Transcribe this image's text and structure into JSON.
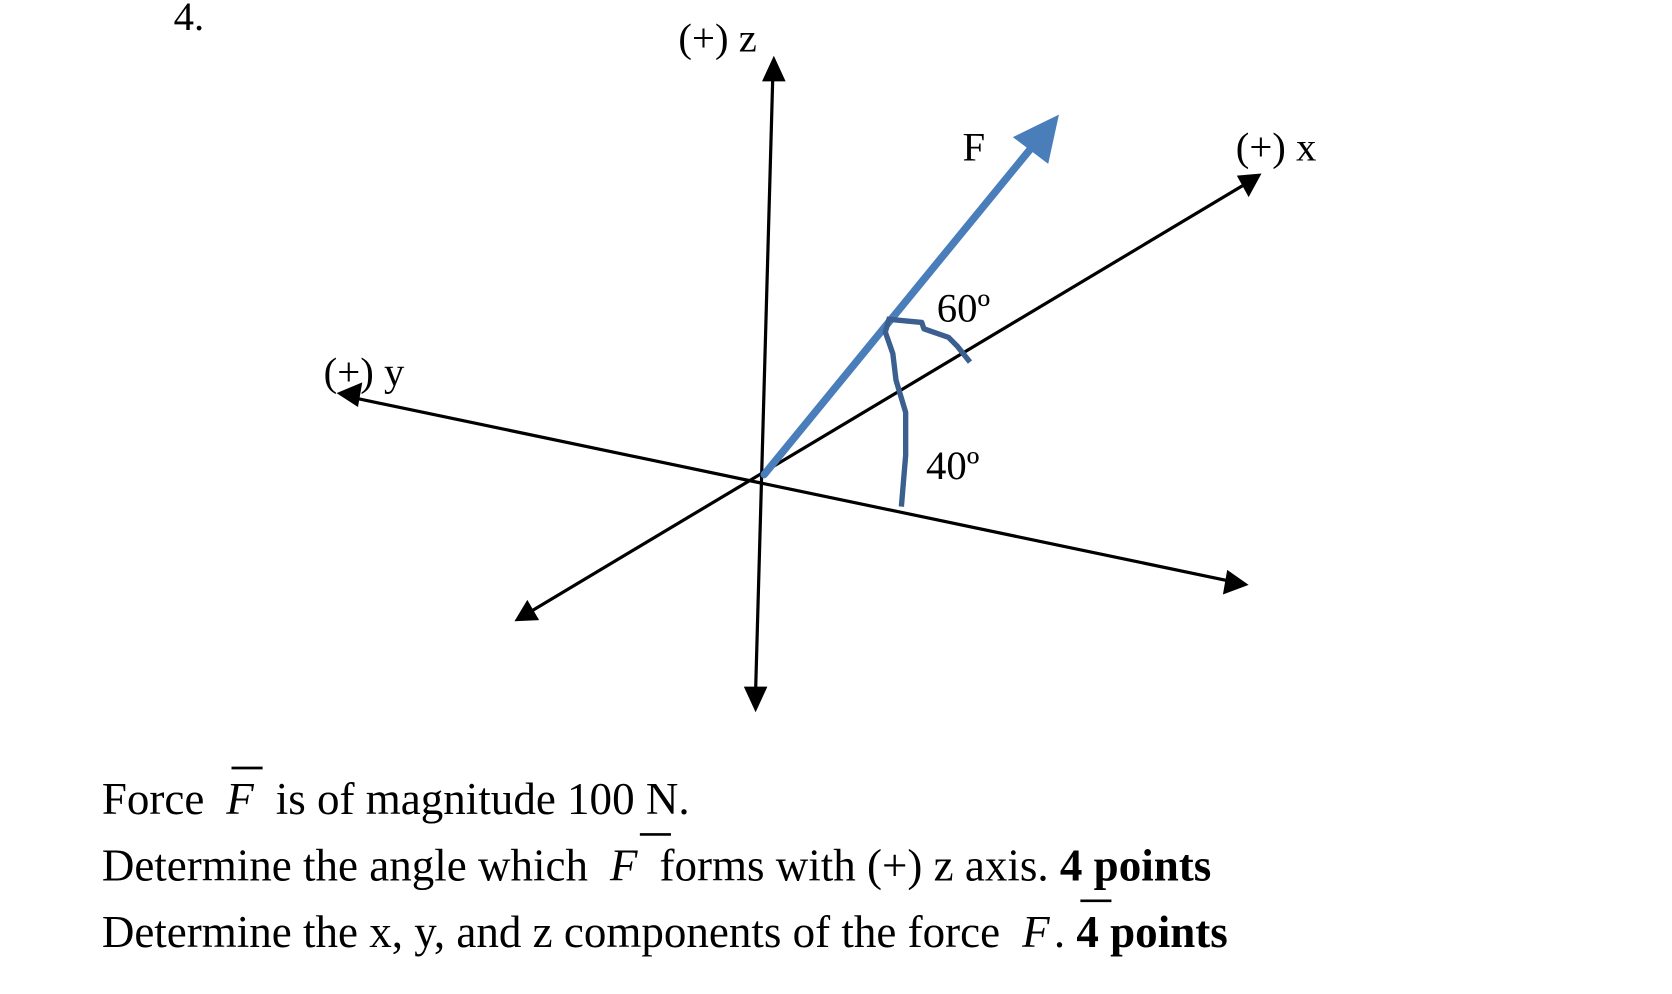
{
  "problem_number": "4.",
  "axes": {
    "z_label": "(+) z",
    "x_label": "(+) x",
    "y_label": "(+) y"
  },
  "force": {
    "label": "F",
    "color": "#4a7ebb",
    "angle_from_x": "60º",
    "angle_from_y_plane": "40º",
    "arc_color": "#3b5f8e"
  },
  "text": {
    "line1": {
      "pre": "Force ",
      "symbol": "F",
      "post": " is of magnitude 100 N."
    },
    "line2": {
      "pre": "Determine the angle which ",
      "symbol": "F",
      "post": " forms with (+) z axis. ",
      "points": "4 points"
    },
    "line3": {
      "pre": "Determine the x, y, and z components of the force ",
      "symbol": "F",
      "post": ".  ",
      "points": "4 points"
    }
  }
}
